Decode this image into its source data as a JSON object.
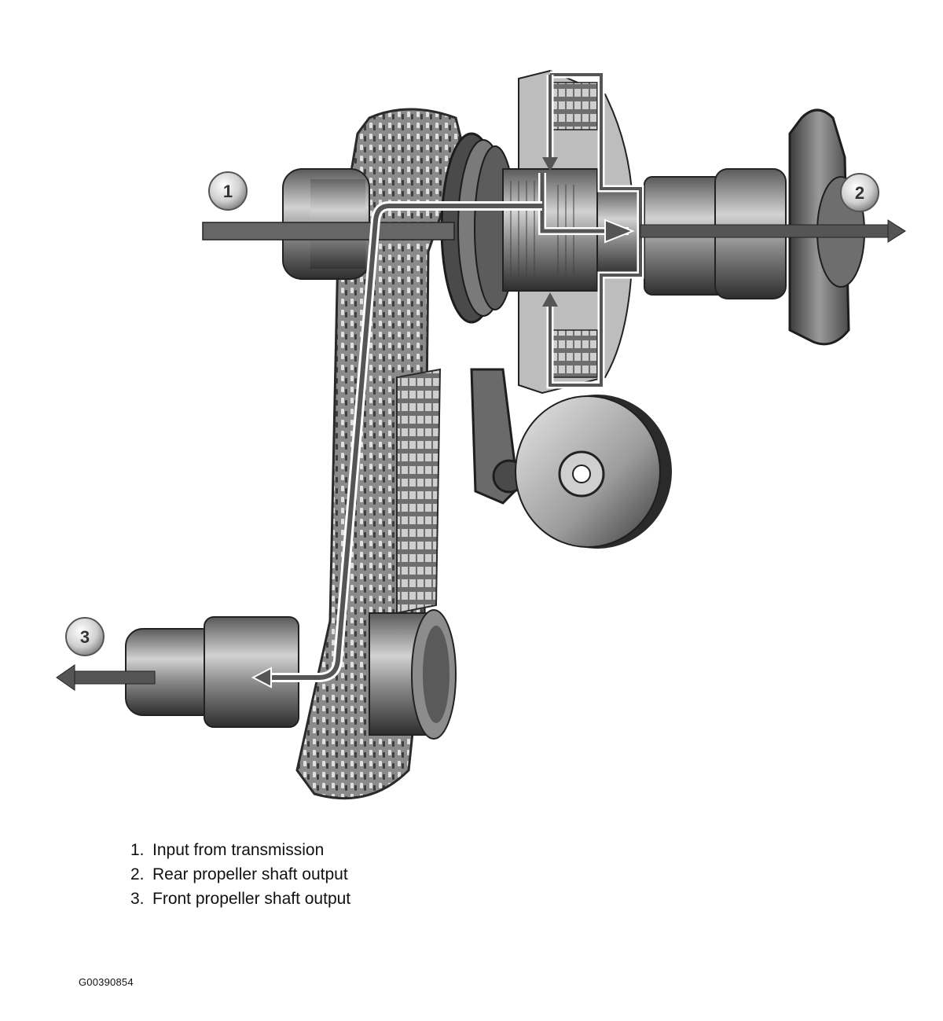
{
  "figure": {
    "callouts": [
      {
        "number": "1",
        "label": "Input from transmission"
      },
      {
        "number": "2",
        "label": "Rear propeller shaft output"
      },
      {
        "number": "3",
        "label": "Front propeller shaft output"
      }
    ],
    "legend": [
      {
        "num": "1.",
        "text": "Input from transmission"
      },
      {
        "num": "2.",
        "text": "Rear propeller shaft output"
      },
      {
        "num": "3.",
        "text": "Front propeller shaft output"
      }
    ],
    "figure_id": "G00390854"
  }
}
